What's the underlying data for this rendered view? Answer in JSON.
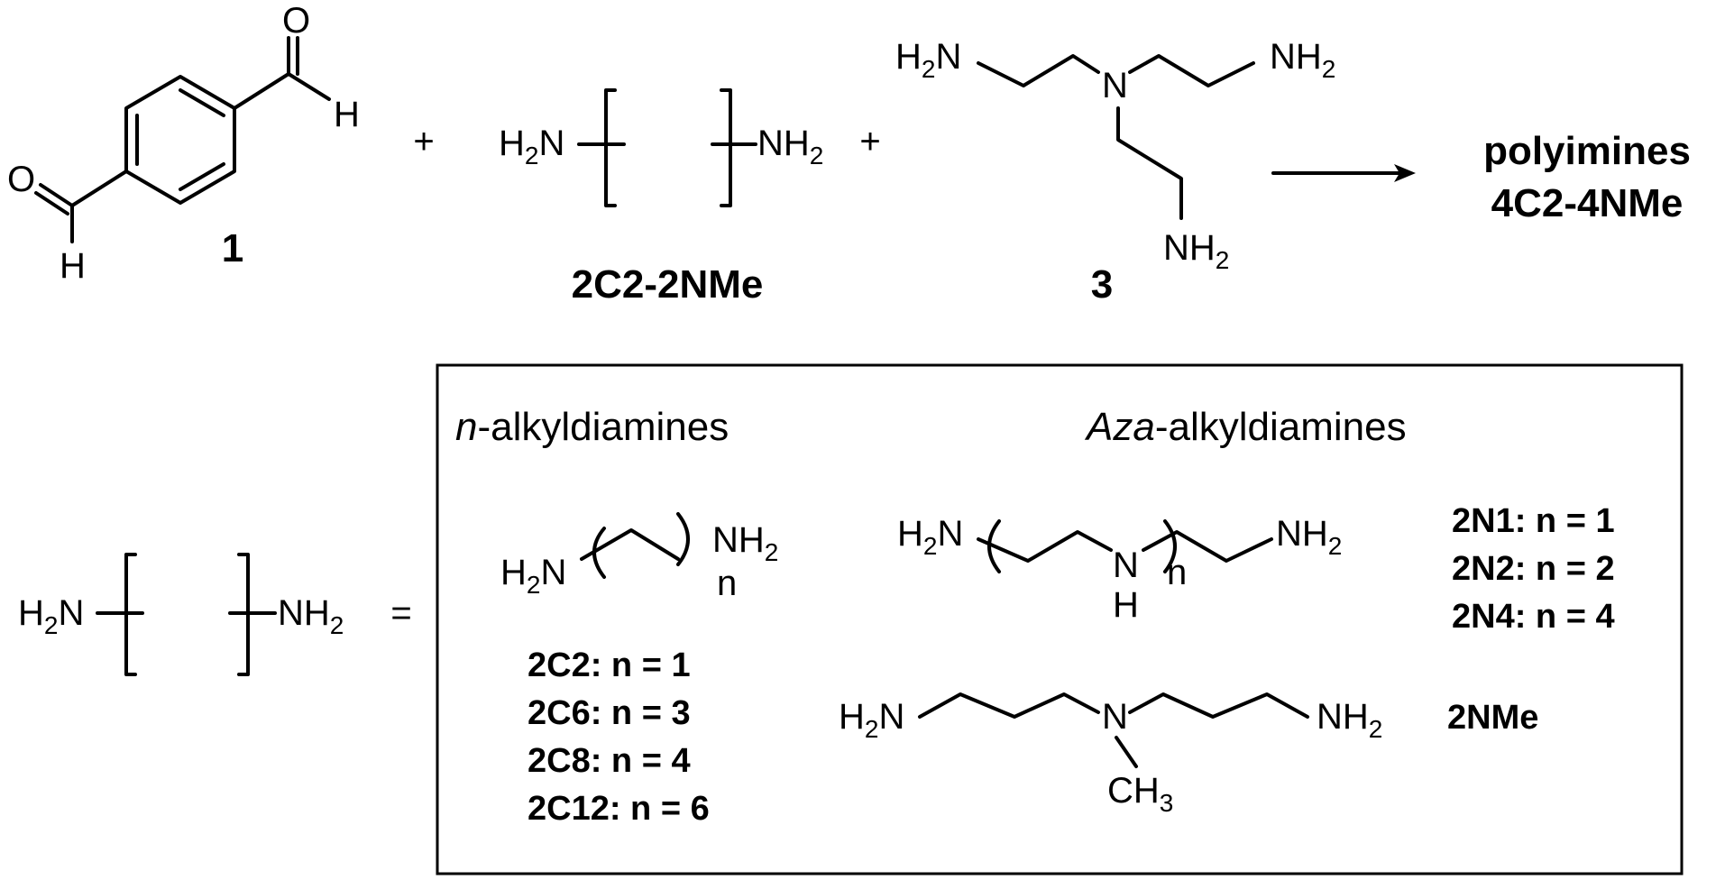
{
  "compound_labels": {
    "terephthalaldehyde": "1",
    "diamine": "2C2-2NMe",
    "tris_amine": "3",
    "product_line1": "polyimines",
    "product_line2": "4C2-4NMe"
  },
  "atoms": {
    "O": "O",
    "H": "H",
    "N": "N",
    "H2N": "H",
    "H2N_sub": "2",
    "H2N_N": "N",
    "NH2": "NH",
    "NH2_sub": "2",
    "CH3": "CH",
    "CH3_sub": "3",
    "n": "n"
  },
  "operators": {
    "plus": "+",
    "equals": "="
  },
  "box": {
    "left_header_italic": "n",
    "left_header_rest": "-alkyldiamines",
    "right_header_italic": "Aza",
    "right_header_rest": "-alkyldiamines",
    "n_alkyl_list": [
      "2C2: n = 1",
      "2C6: n = 3",
      "2C8: n = 4",
      "2C12: n = 6"
    ],
    "aza_list": [
      "2N1: n = 1",
      "2N2: n = 2",
      "2N4: n = 4"
    ],
    "nme_label": "2NMe"
  }
}
